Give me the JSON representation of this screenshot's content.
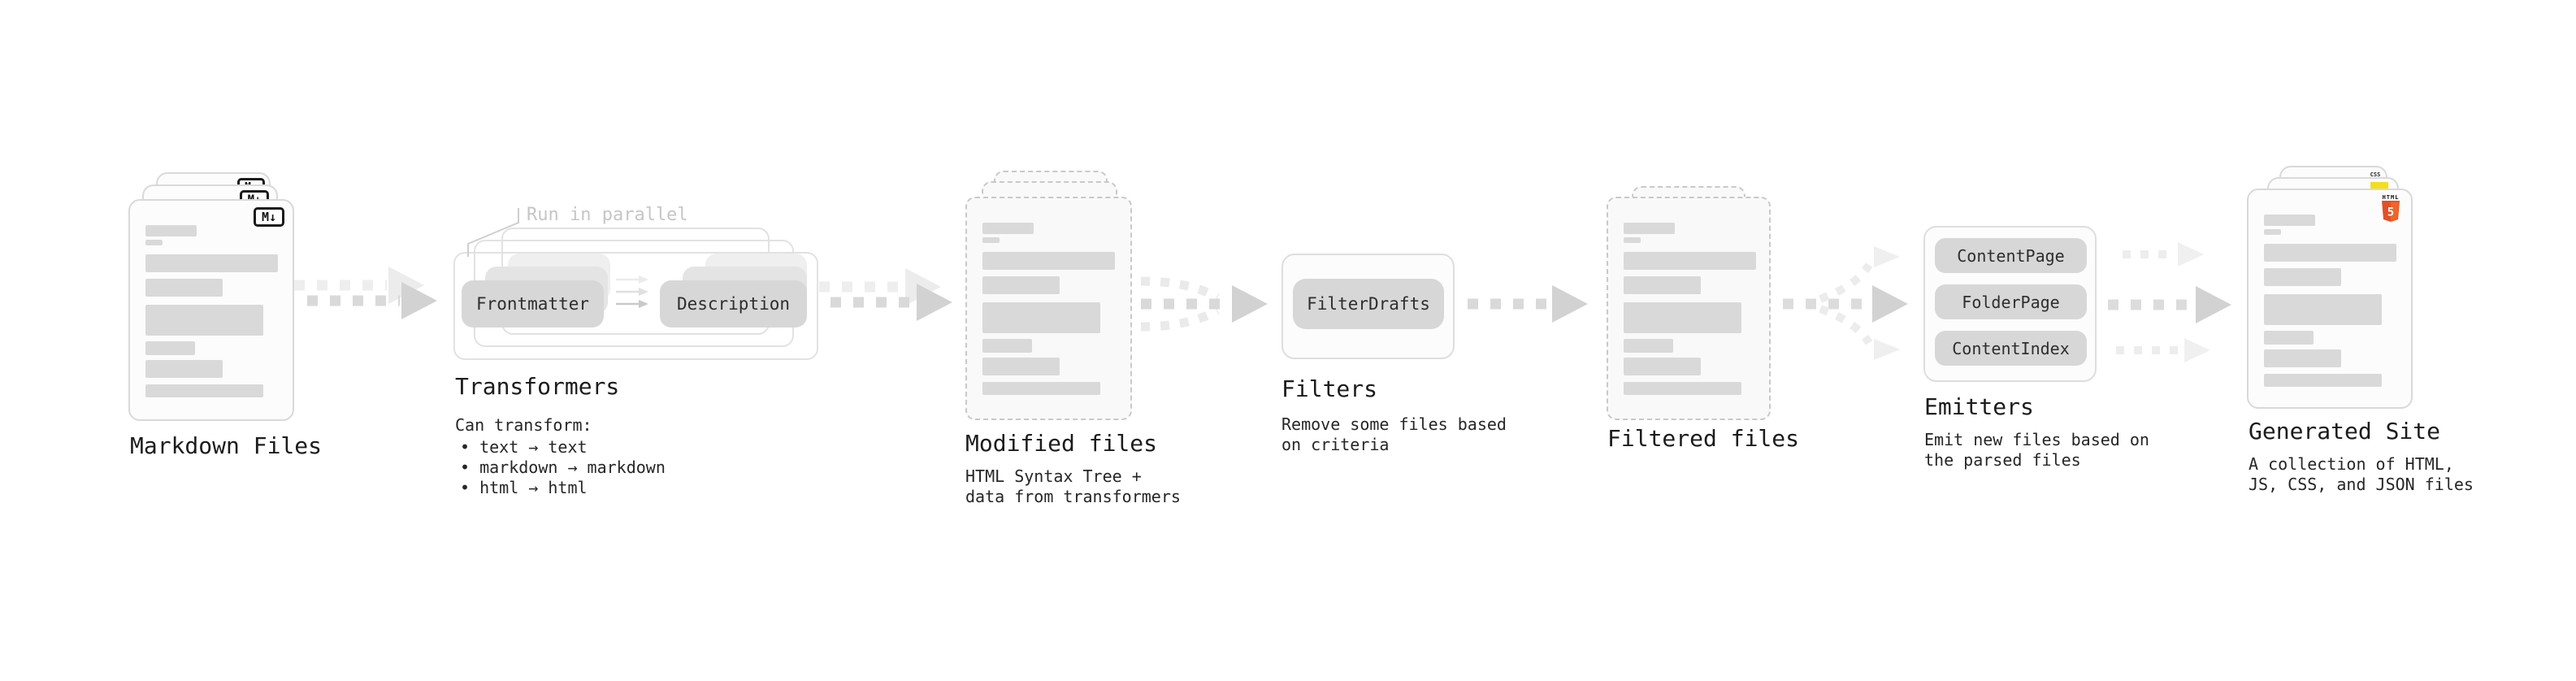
{
  "stages": {
    "markdown_files": {
      "title": "Markdown Files"
    },
    "transformers": {
      "title": "Transformers",
      "note": "Run in parallel",
      "pill_left": "Frontmatter",
      "pill_right": "Description",
      "desc_heading": "Can transform:",
      "bullets": [
        "• text → text",
        "• markdown → markdown",
        "• html → html"
      ]
    },
    "modified_files": {
      "title": "Modified files",
      "subtitle": [
        "HTML Syntax Tree +",
        "data from transformers"
      ]
    },
    "filters": {
      "title": "Filters",
      "pill": "FilterDrafts",
      "subtitle": [
        "Remove some files based",
        "on criteria"
      ]
    },
    "filtered_files": {
      "title": "Filtered files"
    },
    "emitters": {
      "title": "Emitters",
      "pills": [
        "ContentPage",
        "FolderPage",
        "ContentIndex"
      ],
      "subtitle": [
        "Emit new files based on",
        "the parsed files"
      ]
    },
    "generated_site": {
      "title": "Generated Site",
      "subtitle": [
        "A collection of HTML,",
        "JS, CSS, and JSON files"
      ]
    }
  },
  "icons": {
    "markdown_label": "M↓",
    "html5_label": "HTML",
    "html5_number": "5",
    "css_label": "CSS"
  },
  "colors": {
    "html5_orange": "#e34f26",
    "html5_orange_light": "#ef652a",
    "js_yellow": "#f5de19",
    "css_blue": "#2f6bf2"
  }
}
